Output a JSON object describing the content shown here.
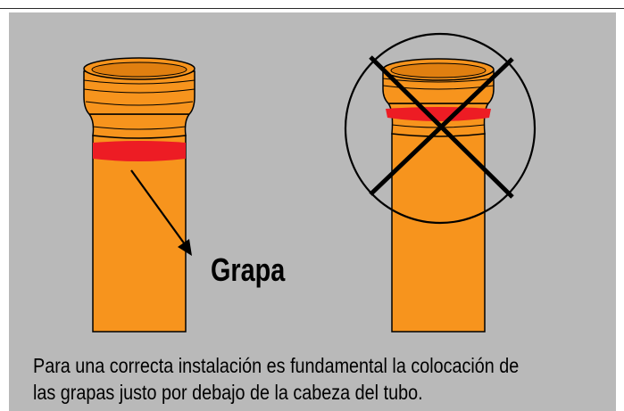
{
  "diagram": {
    "label": "Grapa",
    "caption_lines": [
      "Para una correcta instalación es fundamental la colocación de",
      "las grapas justo por debajo de la cabeza del tubo."
    ]
  },
  "colors": {
    "background_panel": "#b9b9b9",
    "pipe": "#f7941d",
    "pipe_outline": "#000000",
    "clamp": "#ed1c24",
    "cross": "#000000"
  },
  "icons": {
    "correct_pipe": "pipe-with-clamp-below-head",
    "incorrect_pipe": "pipe-with-clamp-on-head",
    "prohibition": "crossed-circle-icon",
    "pointer": "arrow-icon"
  }
}
